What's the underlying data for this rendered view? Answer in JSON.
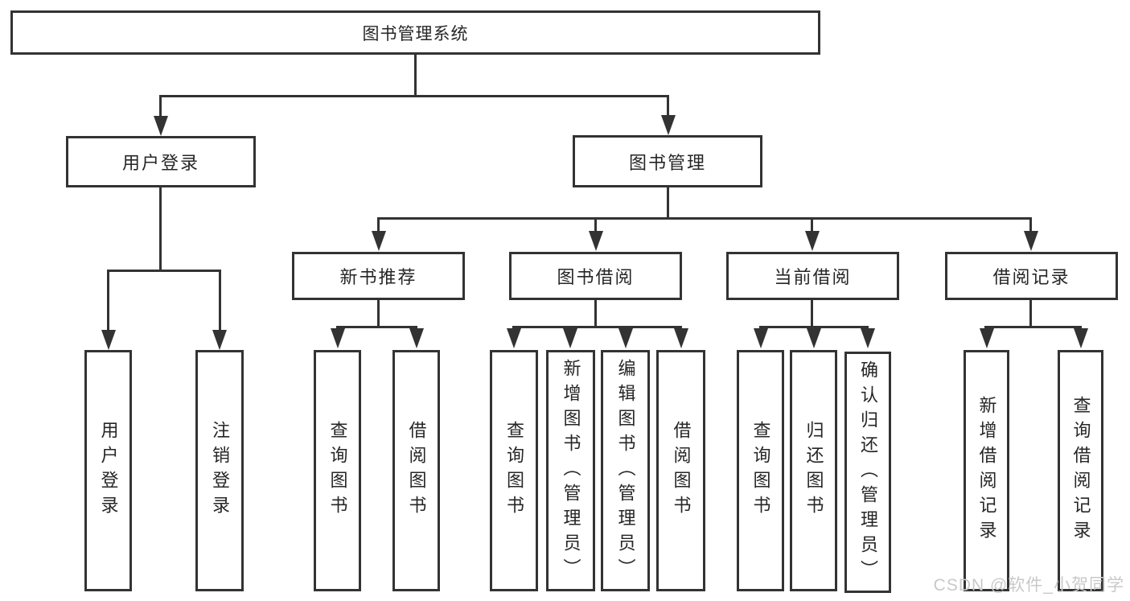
{
  "diagram": {
    "root": "图书管理系统",
    "level2": {
      "user_login": "用户登录",
      "book_mgmt": "图书管理"
    },
    "level3": {
      "new_book": "新书推荐",
      "book_borrow": "图书借阅",
      "current_borrow": "当前借阅",
      "borrow_records": "借阅记录"
    },
    "leaves": {
      "user_login": [
        "用户登录",
        "注销登录"
      ],
      "new_book": [
        "查询图书",
        "借阅图书"
      ],
      "book_borrow": [
        "查询图书",
        "新增图书（管理员）",
        "编辑图书（管理员）",
        "借阅图书"
      ],
      "current_borrow": [
        "查询图书",
        "归还图书",
        "确认归还（管理员）"
      ],
      "borrow_records": [
        "新增借阅记录",
        "查询借阅记录"
      ]
    },
    "colors": {
      "line": "#333333",
      "text": "#262626",
      "background": "#ffffff",
      "watermark": "#c9c9c9"
    },
    "watermark": "CSDN @软件_小贺同学"
  }
}
